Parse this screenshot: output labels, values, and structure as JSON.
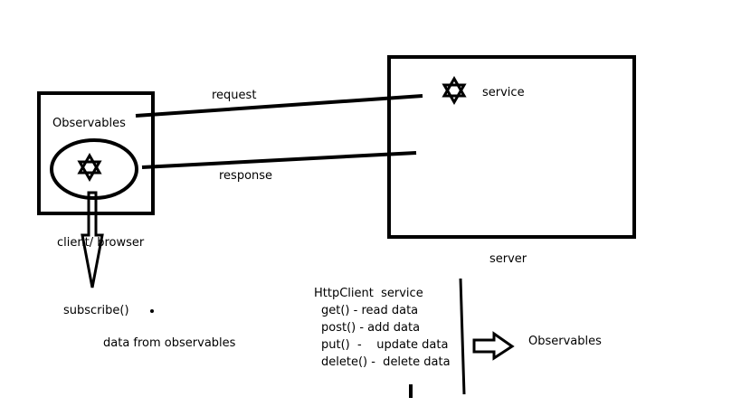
{
  "diagram": {
    "client_box": {
      "title": "Observables",
      "caption": "client/ browser",
      "icon": "star-of-david-icon"
    },
    "server_box": {
      "service_label": "service",
      "caption": "server",
      "icon": "star-of-david-icon"
    },
    "edges": {
      "request_label": "request",
      "response_label": "response"
    },
    "subscribe": {
      "call_label": "subscribe()",
      "result_label": "data from observables"
    },
    "http_client": {
      "title": "HttpClient  service",
      "methods": [
        "get() - read data",
        "post() - add data",
        "put()  -    update data",
        "delete() -  delete data"
      ],
      "output_label": "Observables"
    }
  }
}
